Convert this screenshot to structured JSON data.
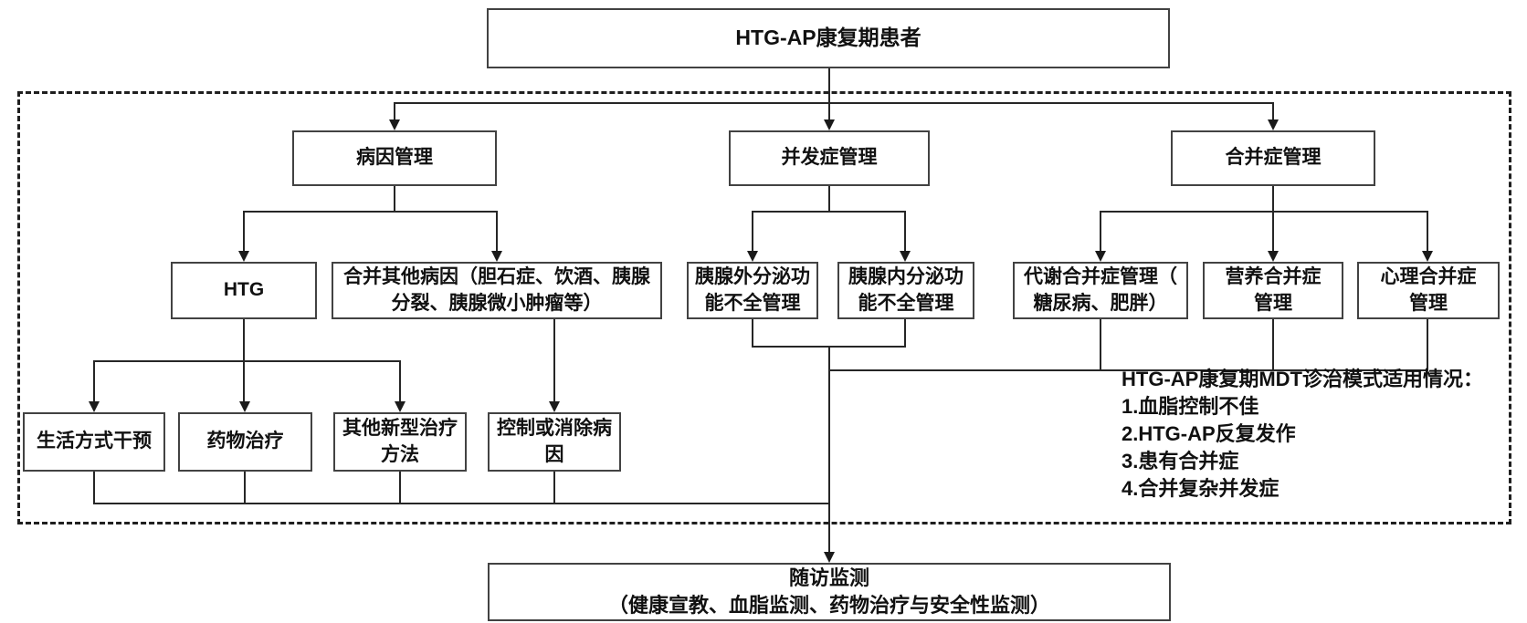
{
  "nodes": {
    "root": {
      "label": "HTG-AP康复期患者"
    },
    "cause_mgmt": {
      "label": "病因管理"
    },
    "complication_mgmt": {
      "label": "并发症管理"
    },
    "comorbidity_mgmt": {
      "label": "合并症管理"
    },
    "htg": {
      "label": "HTG"
    },
    "other_causes": {
      "label": "合并其他病因（胆石症、饮酒、胰腺\n分裂、胰腺微小肿瘤等）"
    },
    "exocrine_insufficiency": {
      "label": "胰腺外分泌功\n能不全管理"
    },
    "endocrine_insufficiency": {
      "label": "胰腺内分泌功\n能不全管理"
    },
    "metabolic_comorbidity": {
      "label": "代谢合并症管理（\n糖尿病、肥胖）"
    },
    "nutrition_comorbidity": {
      "label": "营养合并症\n管理"
    },
    "psychological_comorbidity": {
      "label": "心理合并症\n管理"
    },
    "lifestyle_intervention": {
      "label": "生活方式干预"
    },
    "drug_therapy": {
      "label": "药物治疗"
    },
    "novel_therapy": {
      "label": "其他新型治疗\n方法"
    },
    "eliminate_cause": {
      "label": "控制或消除病\n因"
    },
    "followup": {
      "label": "随访监测\n（健康宣教、血脂监测、药物治疗与安全性监测）"
    }
  },
  "mdt_note": {
    "title": "HTG-AP康复期MDT诊治模式适用情况：",
    "items": [
      "1.血脂控制不佳",
      "2.HTG-AP反复发作",
      "3.患有合并症",
      "4.合并复杂并发症"
    ]
  },
  "colors": {
    "background": "#ffffff",
    "box_border": "#424242",
    "line": "#262626",
    "dashed_border": "#1f1f1f",
    "text": "#111111"
  }
}
